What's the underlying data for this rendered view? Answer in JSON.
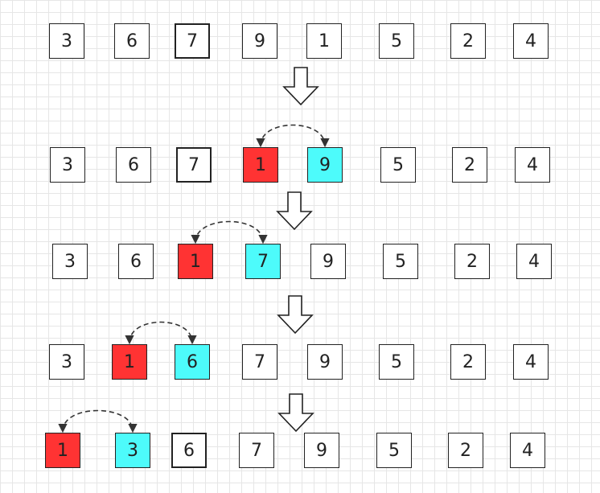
{
  "colors": {
    "highlight_red": "#ff3333",
    "highlight_cyan": "#4dfbfb",
    "border": "#222222",
    "grid": "#e6e6e6"
  },
  "steps": [
    {
      "row": 0,
      "cells": [
        {
          "value": "3",
          "style": "plain"
        },
        {
          "value": "6",
          "style": "plain"
        },
        {
          "value": "7",
          "style": "plain"
        },
        {
          "value": "9",
          "style": "plain"
        },
        {
          "value": "1",
          "style": "plain"
        },
        {
          "value": "5",
          "style": "plain"
        },
        {
          "value": "2",
          "style": "plain"
        },
        {
          "value": "4",
          "style": "plain"
        }
      ]
    },
    {
      "row": 1,
      "swap": [
        3,
        4
      ],
      "cells": [
        {
          "value": "3",
          "style": "plain"
        },
        {
          "value": "6",
          "style": "plain"
        },
        {
          "value": "7",
          "style": "plain"
        },
        {
          "value": "1",
          "style": "red"
        },
        {
          "value": "9",
          "style": "cyan"
        },
        {
          "value": "5",
          "style": "plain"
        },
        {
          "value": "2",
          "style": "plain"
        },
        {
          "value": "4",
          "style": "plain"
        }
      ]
    },
    {
      "row": 2,
      "swap": [
        2,
        3
      ],
      "cells": [
        {
          "value": "3",
          "style": "plain"
        },
        {
          "value": "6",
          "style": "plain"
        },
        {
          "value": "1",
          "style": "red"
        },
        {
          "value": "7",
          "style": "cyan"
        },
        {
          "value": "9",
          "style": "plain"
        },
        {
          "value": "5",
          "style": "plain"
        },
        {
          "value": "2",
          "style": "plain"
        },
        {
          "value": "4",
          "style": "plain"
        }
      ]
    },
    {
      "row": 3,
      "swap": [
        1,
        2
      ],
      "cells": [
        {
          "value": "3",
          "style": "plain"
        },
        {
          "value": "1",
          "style": "red"
        },
        {
          "value": "6",
          "style": "cyan"
        },
        {
          "value": "7",
          "style": "plain"
        },
        {
          "value": "9",
          "style": "plain"
        },
        {
          "value": "5",
          "style": "plain"
        },
        {
          "value": "2",
          "style": "plain"
        },
        {
          "value": "4",
          "style": "plain"
        }
      ]
    },
    {
      "row": 4,
      "swap": [
        0,
        1
      ],
      "cells": [
        {
          "value": "1",
          "style": "red"
        },
        {
          "value": "3",
          "style": "cyan"
        },
        {
          "value": "6",
          "style": "plain"
        },
        {
          "value": "7",
          "style": "plain"
        },
        {
          "value": "9",
          "style": "plain"
        },
        {
          "value": "5",
          "style": "plain"
        },
        {
          "value": "2",
          "style": "plain"
        },
        {
          "value": "4",
          "style": "plain"
        }
      ]
    }
  ]
}
